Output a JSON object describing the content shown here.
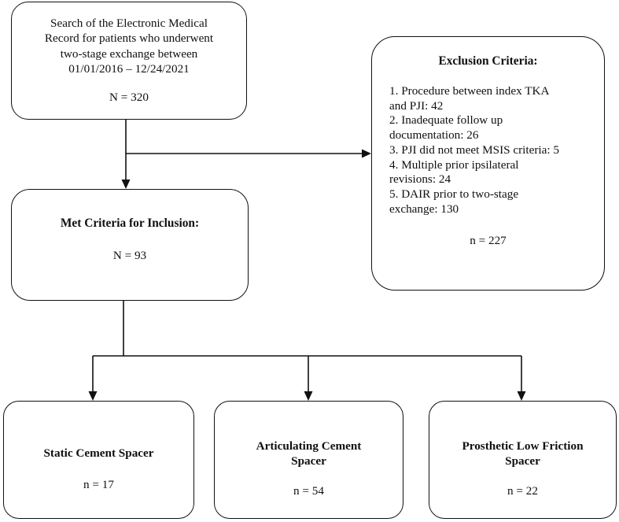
{
  "diagram": {
    "type": "patient-selection-flowchart",
    "title": "Two-stage exchange patient selection flow",
    "nodes": {
      "search": {
        "name": "search-box",
        "lines": [
          "Search of the Electronic Medical",
          "Record for patients who underwent",
          "two-stage exchange between",
          "01/01/2016 – 12/24/2021"
        ],
        "count": "N = 320"
      },
      "exclusion": {
        "name": "exclusion-criteria-box",
        "title": "Exclusion Criteria:",
        "criteria": [
          "1. Procedure between index TKA",
          "and PJI: 42",
          "2. Inadequate follow up",
          "documentation: 26",
          "3. PJI did not meet MSIS criteria: 5",
          "4. Multiple prior ipsilateral",
          "revisions: 24",
          "5. DAIR prior to two-stage",
          "exchange: 130"
        ],
        "count": "n = 227"
      },
      "inclusion": {
        "name": "met-criteria-box",
        "title": "Met Criteria for Inclusion:",
        "count": "N = 93"
      },
      "static": {
        "name": "static-cement-spacer-box",
        "title_lines": [
          "Static Cement Spacer"
        ],
        "count": "n = 17"
      },
      "articulating": {
        "name": "articulating-cement-spacer-box",
        "title_lines": [
          "Articulating Cement",
          "Spacer"
        ],
        "count": "n = 54"
      },
      "prosthetic": {
        "name": "prosthetic-low-friction-spacer-box",
        "title_lines": [
          "Prosthetic Low Friction",
          "Spacer"
        ],
        "count": "n = 22"
      }
    },
    "connectors": [
      {
        "name": "search-to-inclusion-arrow",
        "from": "search",
        "to": "inclusion",
        "direction": "down"
      },
      {
        "name": "search-to-exclusion-arrow",
        "from": "search",
        "to": "exclusion",
        "direction": "right"
      },
      {
        "name": "inclusion-to-static-arrow",
        "from": "inclusion",
        "to": "static",
        "direction": "down"
      },
      {
        "name": "inclusion-to-articulating-arrow",
        "from": "inclusion",
        "to": "articulating",
        "direction": "down"
      },
      {
        "name": "inclusion-to-prosthetic-arrow",
        "from": "inclusion",
        "to": "prosthetic",
        "direction": "down"
      }
    ],
    "colors": {
      "stroke": "#111111",
      "background": "#ffffff",
      "text": "#101010"
    }
  }
}
